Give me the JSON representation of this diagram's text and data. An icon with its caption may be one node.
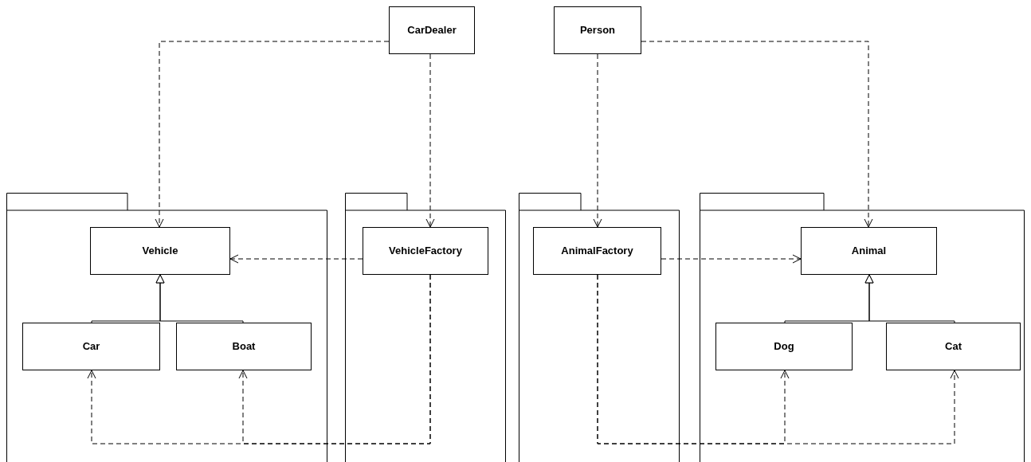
{
  "diagram": {
    "nodes": [
      {
        "text": [
          "CarDealer"
        ]
      },
      {
        "text": [
          "Person"
        ]
      },
      {
        "text": [],
        "shape": "folder"
      },
      {
        "text": [
          "Vehicle"
        ],
        "in": 2
      },
      {
        "text": [
          "Car"
        ],
        "in": 2
      },
      {
        "text": [
          "Boat"
        ],
        "in": 2
      },
      {
        "text": [],
        "shape": "folder"
      },
      {
        "text": [
          "VehicleFactory"
        ],
        "in": 6
      },
      {
        "text": [],
        "shape": "folder"
      },
      {
        "text": [
          "AnimalFactory"
        ],
        "in": 8
      },
      {
        "text": [],
        "shape": "folder"
      },
      {
        "text": [
          "Animal"
        ],
        "in": 10
      },
      {
        "text": [
          "Dog"
        ],
        "in": 10
      },
      {
        "text": [
          "Cat"
        ],
        "in": 10
      }
    ],
    "edges": [
      {
        "from": 0,
        "to": 3,
        "arrow": "to",
        "style": "dashed"
      },
      {
        "from": 0,
        "to": 7,
        "arrow": "to",
        "style": "dashed"
      },
      {
        "from": 1,
        "to": 9,
        "arrow": "to",
        "style": "dashed"
      },
      {
        "from": 1,
        "to": 11,
        "arrow": "to",
        "style": "dashed"
      },
      {
        "from": 7,
        "to": 3,
        "arrow": "to",
        "style": "dashed"
      },
      {
        "from": 9,
        "to": 11,
        "arrow": "to",
        "style": "dashed"
      },
      {
        "from": 4,
        "to": 3,
        "arrow": "to"
      },
      {
        "from": 5,
        "to": 3,
        "arrow": "to"
      },
      {
        "from": 7,
        "to": 4,
        "arrow": "to",
        "style": "dashed"
      },
      {
        "from": 7,
        "to": 5,
        "arrow": "to",
        "style": "dashed"
      },
      {
        "from": 12,
        "to": 11,
        "arrow": "to"
      },
      {
        "from": 13,
        "to": 11,
        "arrow": "to"
      },
      {
        "from": 9,
        "to": 12,
        "arrow": "to",
        "style": "dashed"
      },
      {
        "from": 9,
        "to": 13,
        "arrow": "to",
        "style": "dashed"
      }
    ]
  }
}
